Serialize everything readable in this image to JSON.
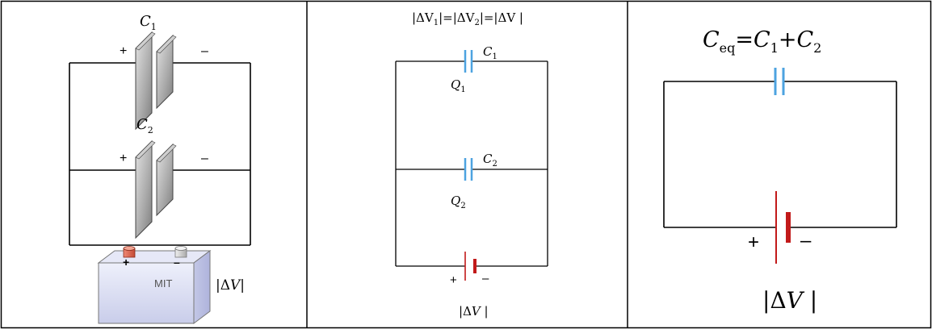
{
  "panel1": {
    "c1_label": "C",
    "c1_sub": "1",
    "c2_label": "C",
    "c2_sub": "2",
    "plus_top": "+",
    "minus_top": "–",
    "plus_mid": "+",
    "minus_mid": "–",
    "battery_plus": "+",
    "battery_minus": "–",
    "battery_brand": "MIT",
    "voltage_bar_l": "|",
    "voltage_delta": "Δ",
    "voltage_v": "V",
    "voltage_bar_r": "|"
  },
  "panel2": {
    "eq_delta1": "|ΔV",
    "eq_sub1": "1",
    "eq_mid1": "|=|ΔV",
    "eq_sub2": "2",
    "eq_tail": "|=|ΔV |",
    "c1_label": "C",
    "c1_sub": "1",
    "q1_label": "Q",
    "q1_sub": "1",
    "c2_label": "C",
    "c2_sub": "2",
    "q2_label": "Q",
    "q2_sub": "2",
    "plus": "+",
    "minus": "–",
    "voltage_bar_l": "|",
    "voltage_delta": "Δ",
    "voltage_v": "V",
    "voltage_bar_r": " |"
  },
  "panel3": {
    "ceq_c": "C",
    "ceq_sub": "eq",
    "ceq_eq": "=",
    "c1_c": "C",
    "c1_sub": "1",
    "plus_sign": "+",
    "c2_c": "C",
    "c2_sub": "2",
    "plus": "+",
    "minus": "–",
    "voltage_bar_l": "|",
    "voltage_delta": "Δ",
    "voltage_v": "V",
    "voltage_bar_r": " |"
  },
  "colors": {
    "capacitor_blue": "#4da3e0",
    "battery_red": "#c21a1a",
    "plate_gray": "#9a9a9a",
    "battery_body": "#d9dcf2",
    "battery_cap_red": "#e0664f",
    "battery_cap_gray": "#cfcfcf"
  }
}
